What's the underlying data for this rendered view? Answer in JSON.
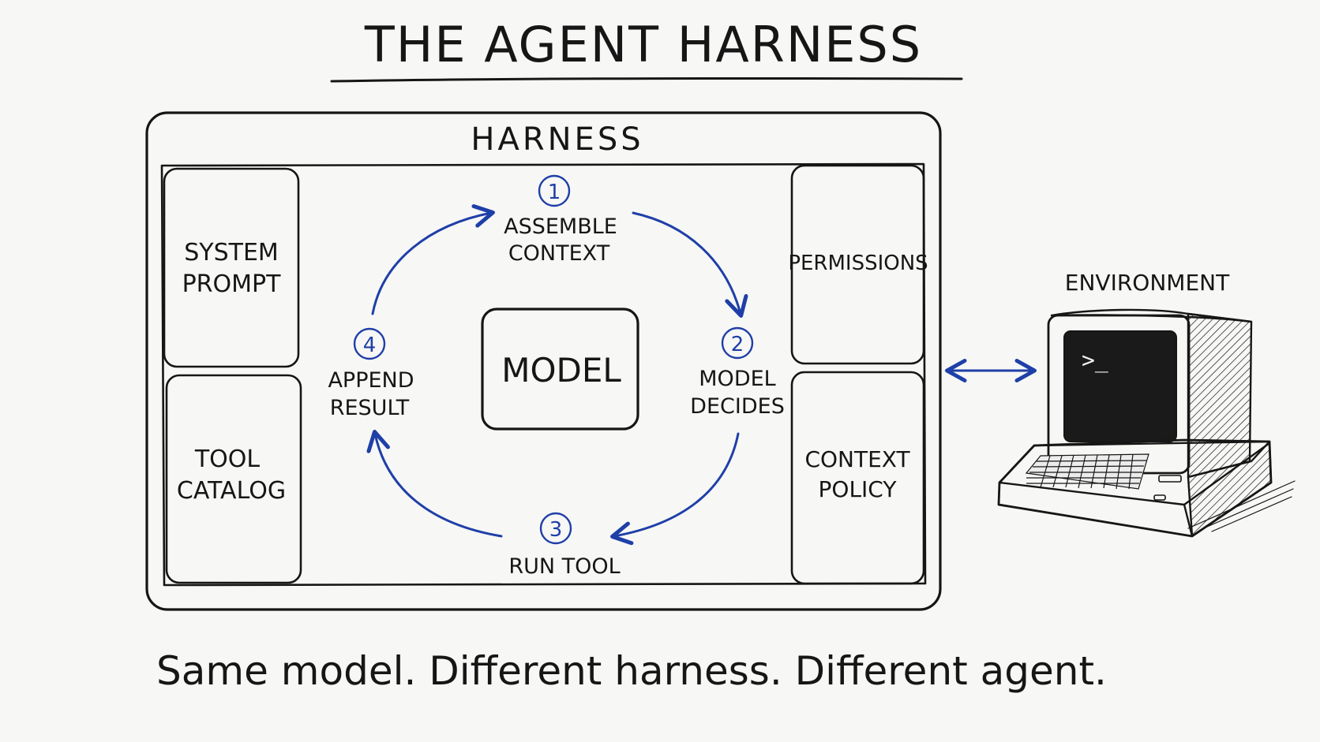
{
  "title": "THE AGENT HARNESS",
  "harness": {
    "label": "HARNESS",
    "left_panels": [
      {
        "line1": "SYSTEM",
        "line2": "PROMPT"
      },
      {
        "line1": "TOOL",
        "line2": "CATALOG"
      }
    ],
    "right_panels": [
      {
        "line1": "PERMISSIONS",
        "line2": ""
      },
      {
        "line1": "CONTEXT",
        "line2": "POLICY"
      }
    ],
    "center": "MODEL",
    "steps": [
      {
        "number": "1",
        "line1": "ASSEMBLE",
        "line2": "CONTEXT"
      },
      {
        "number": "2",
        "line1": "MODEL",
        "line2": "DECIDES"
      },
      {
        "number": "3",
        "line1": "RUN TOOL",
        "line2": ""
      },
      {
        "number": "4",
        "line1": "APPEND",
        "line2": "RESULT"
      }
    ]
  },
  "environment": {
    "label": "ENVIRONMENT",
    "prompt": ">_"
  },
  "caption": "Same model. Different harness. Different agent.",
  "colors": {
    "ink": "#161616",
    "accent": "#1f3fa8",
    "background": "#f7f7f5"
  }
}
